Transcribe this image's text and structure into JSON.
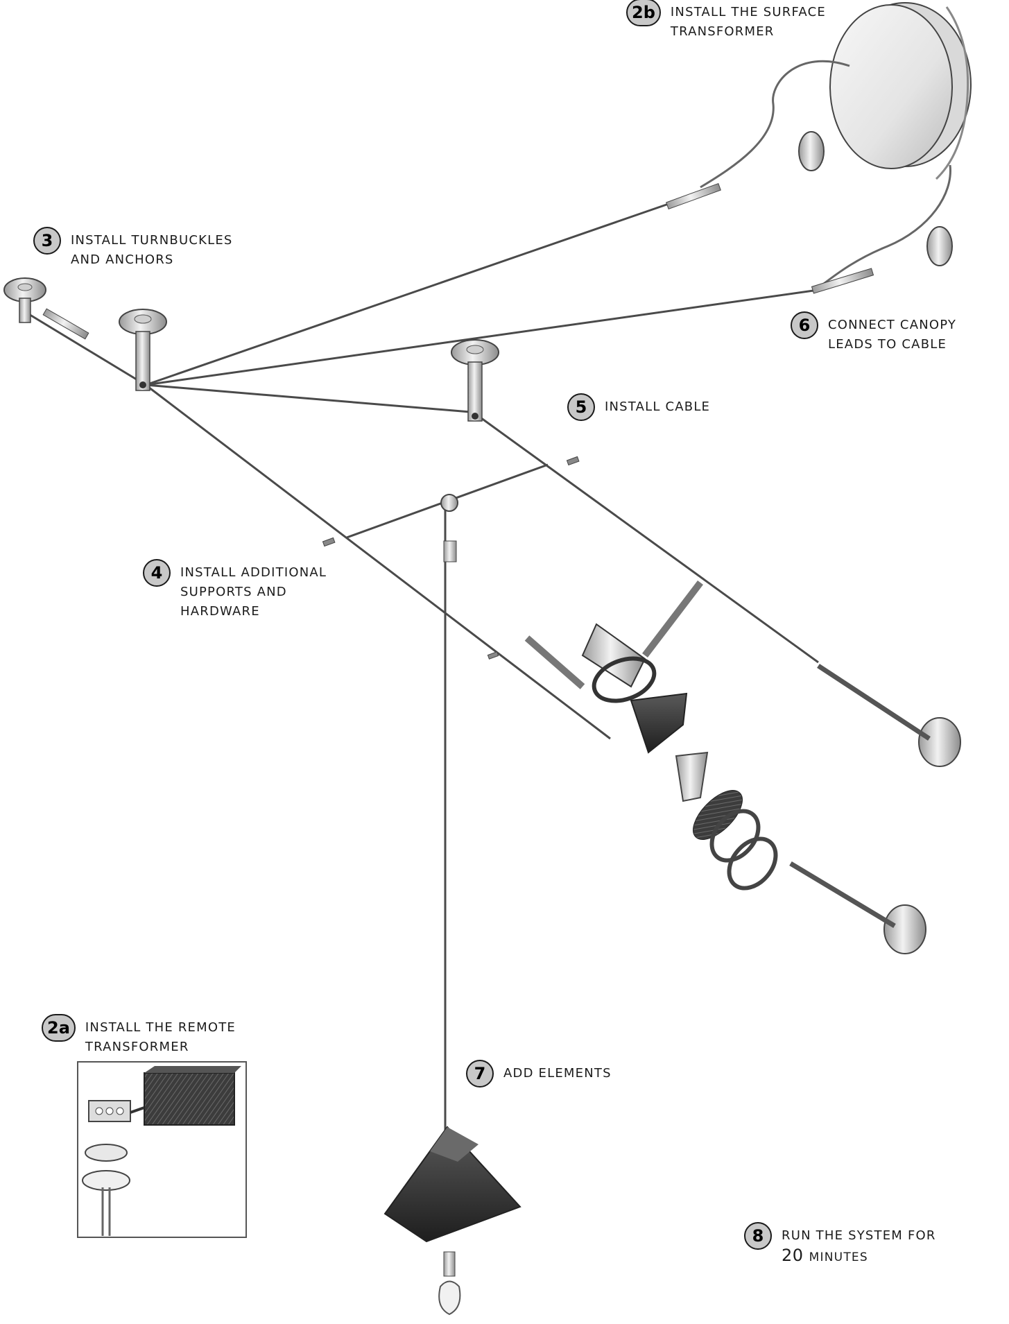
{
  "steps": [
    {
      "id": "2b",
      "number": "2b",
      "lines": [
        "INSTALL THE SURFACE",
        "TRANSFORMER"
      ]
    },
    {
      "id": "3",
      "number": "3",
      "lines": [
        "INSTALL TURNBUCKLES",
        "AND ANCHORS"
      ]
    },
    {
      "id": "6",
      "number": "6",
      "lines": [
        "CONNECT CANOPY",
        "LEADS TO CABLE"
      ]
    },
    {
      "id": "5",
      "number": "5",
      "lines": [
        "INSTALL CABLE"
      ]
    },
    {
      "id": "4",
      "number": "4",
      "lines": [
        "INSTALL ADDITIONAL",
        "SUPPORTS AND",
        "HARDWARE"
      ]
    },
    {
      "id": "2a",
      "number": "2a",
      "lines": [
        "INSTALL THE REMOTE",
        "TRANSFORMER"
      ]
    },
    {
      "id": "7",
      "number": "7",
      "lines": [
        "ADD ELEMENTS"
      ]
    },
    {
      "id": "8",
      "number": "8",
      "line1": "RUN THE SYSTEM FOR",
      "line2_value": "20",
      "line2_unit": "MINUTES"
    }
  ],
  "colors": {
    "badge_fill": "#c8c8c8",
    "line": "#3a3a3a",
    "metal_light": "#e6e6e6",
    "metal_dark": "#8a8a8a",
    "shade_dark": "#2a2a2a"
  },
  "icons": [
    "surface-transformer-icon",
    "ceiling-standoff-icon",
    "turnbuckle-icon",
    "wall-anchor-icon",
    "lamp-head-icon",
    "reflector-cone-icon",
    "mr16-bulb-icon",
    "lens-ring-icon",
    "pyramid-shade-icon",
    "remote-transformer-icon",
    "junction-box-icon",
    "screw-icon"
  ]
}
